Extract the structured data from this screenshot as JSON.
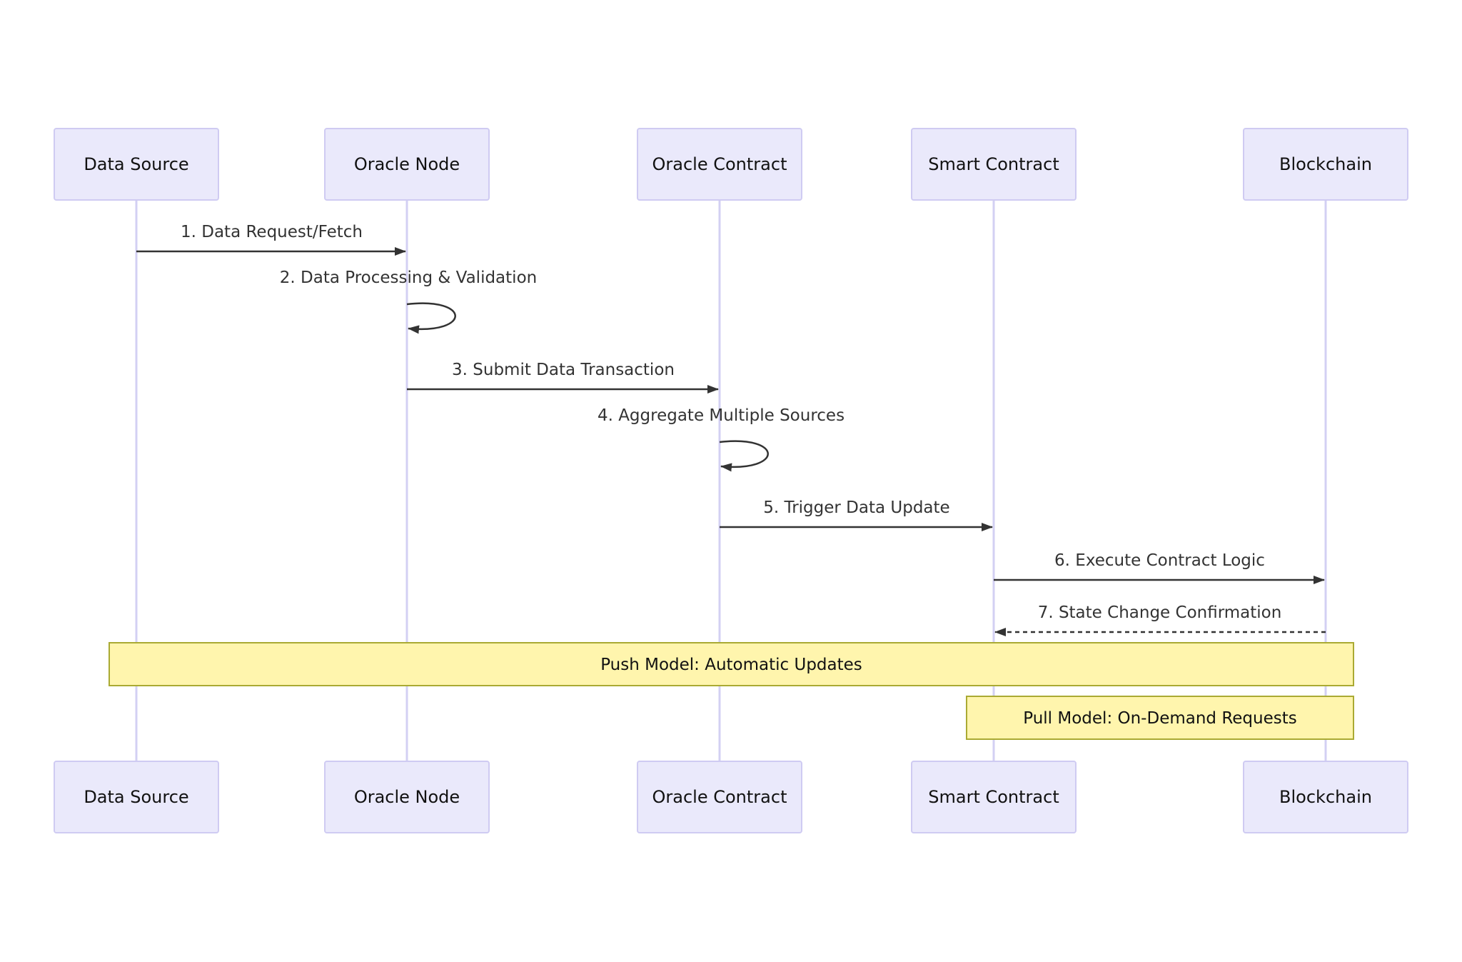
{
  "participants": [
    {
      "id": "ds",
      "label": "Data Source"
    },
    {
      "id": "on",
      "label": "Oracle Node"
    },
    {
      "id": "oc",
      "label": "Oracle Contract"
    },
    {
      "id": "sc",
      "label": "Smart Contract"
    },
    {
      "id": "bc",
      "label": "Blockchain"
    }
  ],
  "messages": [
    {
      "from": "ds",
      "to": "on",
      "label": "1. Data Request/Fetch",
      "style": "solid"
    },
    {
      "from": "on",
      "to": "on",
      "label": "2. Data Processing & Validation",
      "style": "solid"
    },
    {
      "from": "on",
      "to": "oc",
      "label": "3. Submit Data Transaction",
      "style": "solid"
    },
    {
      "from": "oc",
      "to": "oc",
      "label": "4. Aggregate Multiple Sources",
      "style": "solid"
    },
    {
      "from": "oc",
      "to": "sc",
      "label": "5. Trigger Data Update",
      "style": "solid"
    },
    {
      "from": "sc",
      "to": "bc",
      "label": "6. Execute Contract Logic",
      "style": "solid"
    },
    {
      "from": "bc",
      "to": "sc",
      "label": "7. State Change Confirmation",
      "style": "dashed"
    }
  ],
  "notes": [
    {
      "over": [
        "ds",
        "bc"
      ],
      "label": "Push Model: Automatic Updates"
    },
    {
      "over": [
        "sc",
        "bc"
      ],
      "label": "Pull Model: On-Demand Requests"
    }
  ],
  "colors": {
    "actor_fill": "#eae9fb",
    "actor_stroke": "#cfcbf2",
    "lifeline": "#d3d0f3",
    "arrow": "#333333",
    "note_fill": "#fff5ad",
    "note_stroke": "#aaaa33"
  }
}
